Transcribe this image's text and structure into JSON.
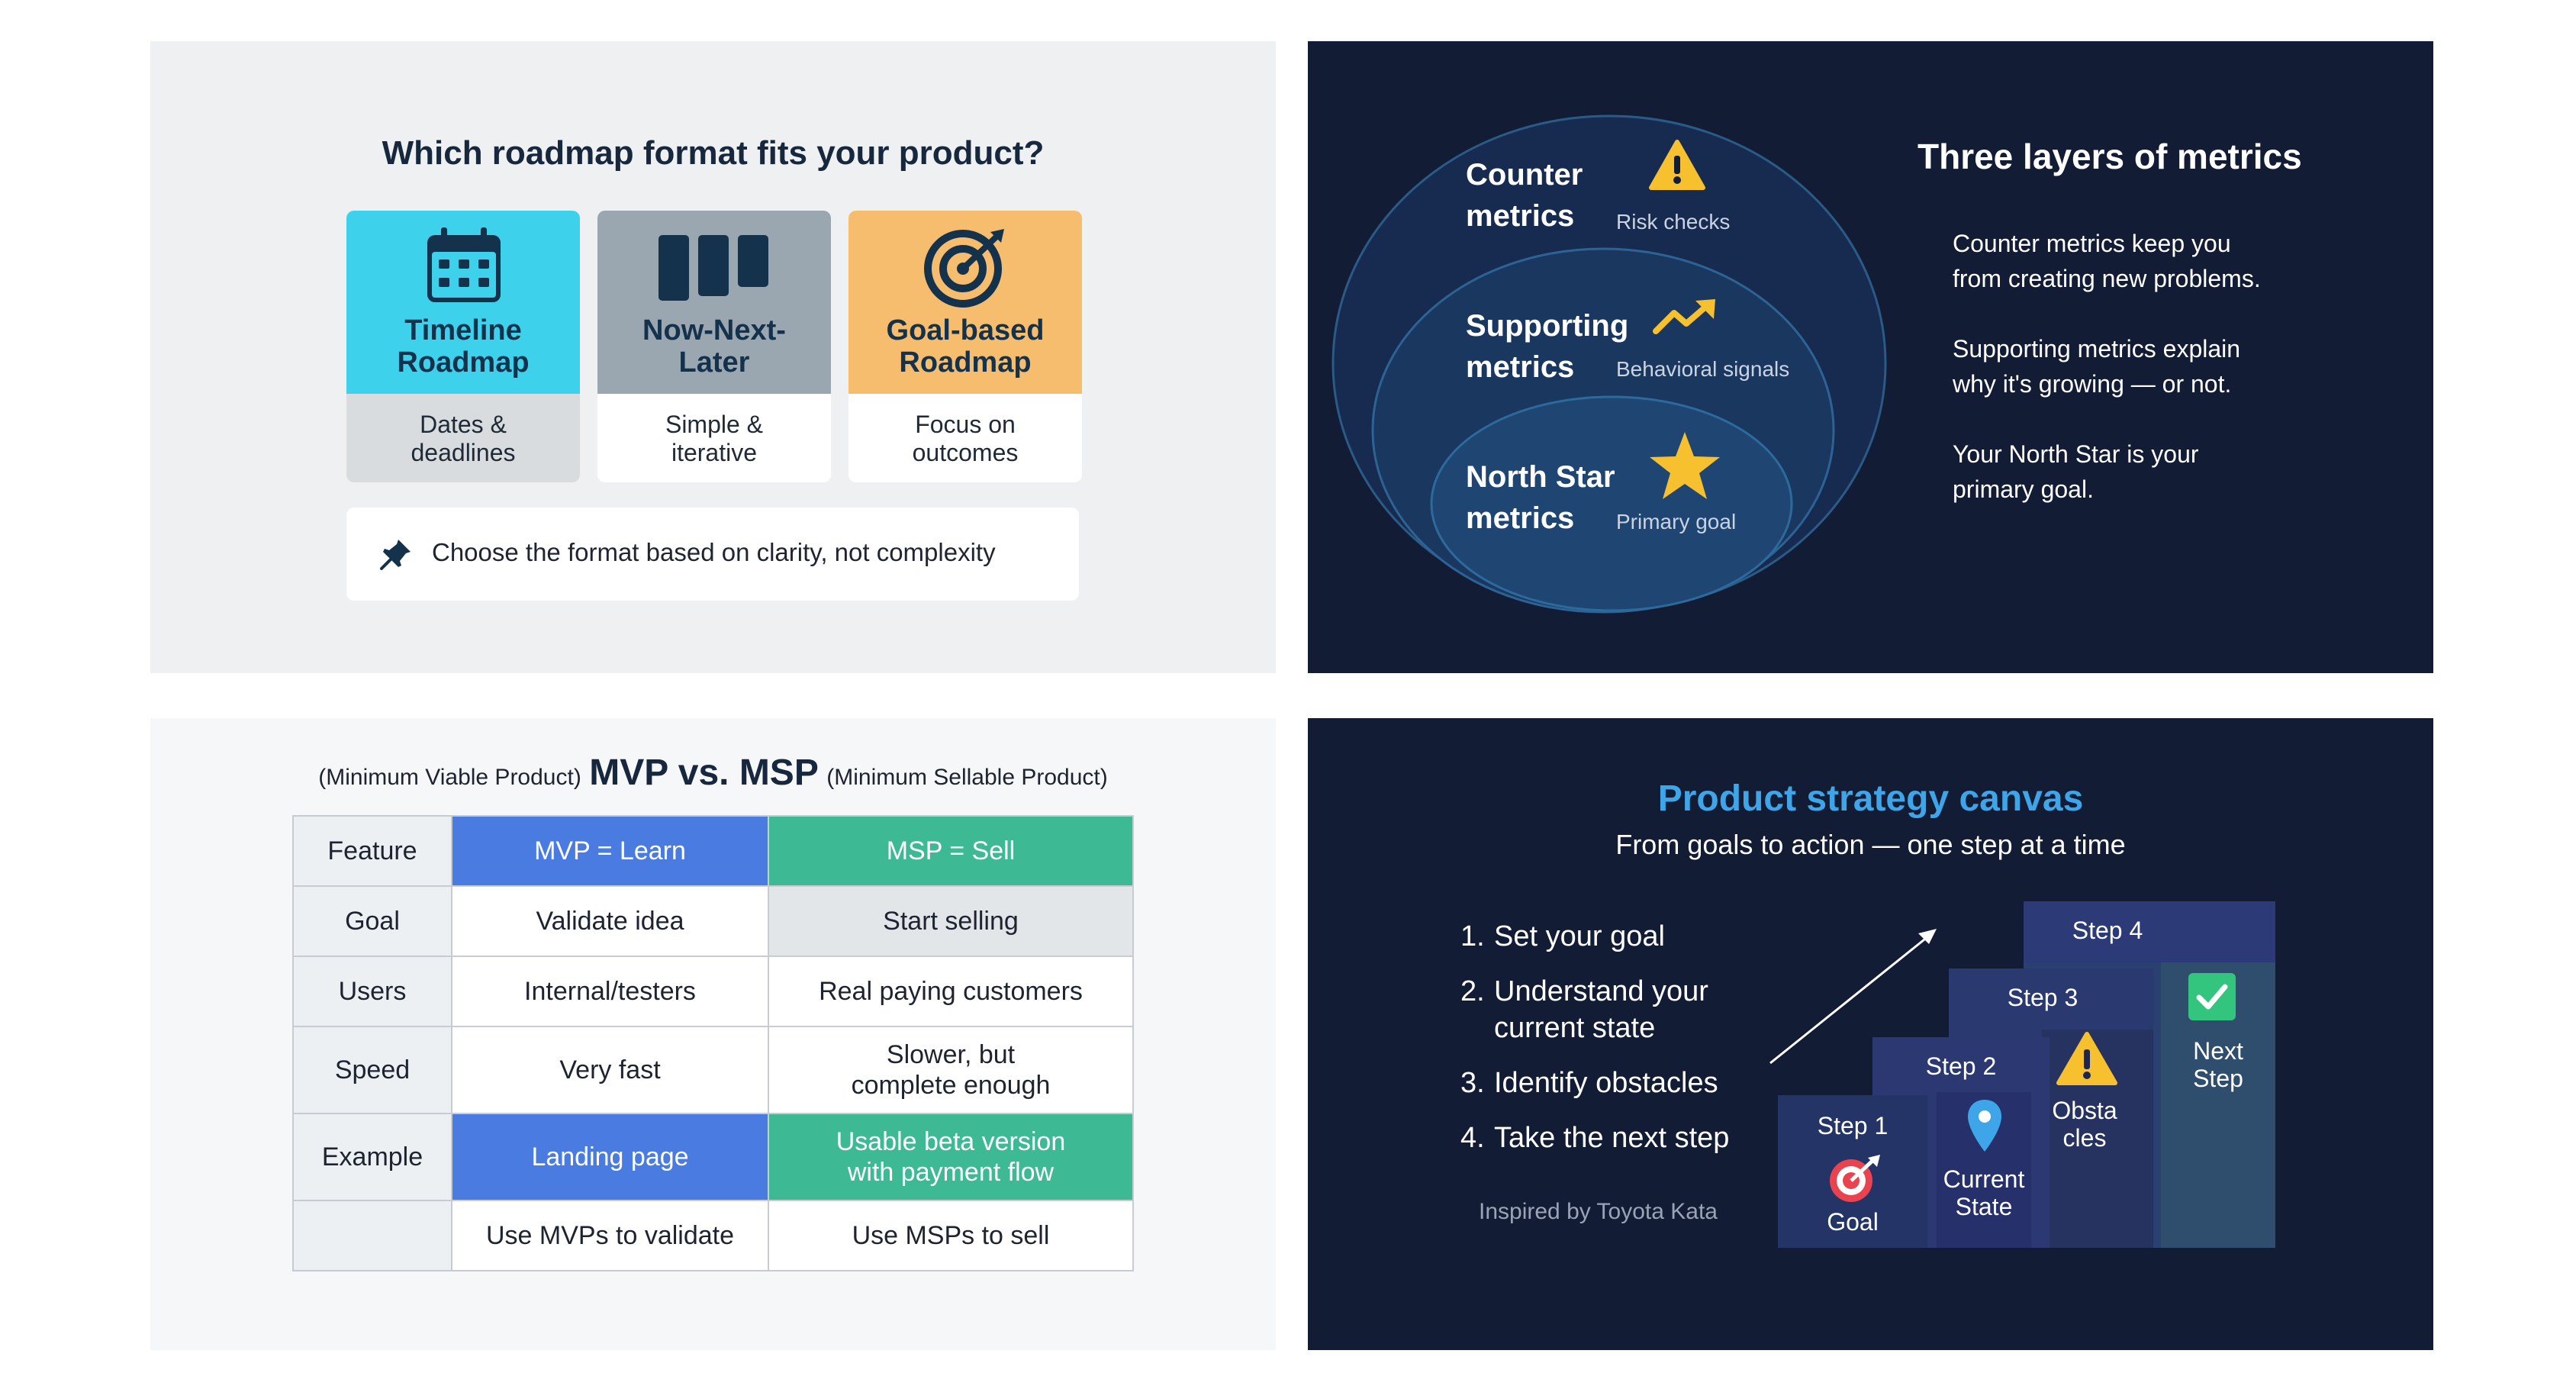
{
  "roadmap_panel": {
    "title": "Which roadmap format fits your product?",
    "cards": [
      {
        "name_line1": "Timeline",
        "name_line2": "Roadmap",
        "desc_line1": "Dates &",
        "desc_line2": "deadlines",
        "color": "#3dd1ec",
        "icon": "calendar-icon"
      },
      {
        "name_line1": "Now-Next-",
        "name_line2": "Later",
        "desc_line1": "Simple &",
        "desc_line2": "iterative",
        "color": "#9aa6b0",
        "icon": "columns-icon"
      },
      {
        "name_line1": "Goal-based",
        "name_line2": "Roadmap",
        "desc_line1": "Focus on",
        "desc_line2": "outcomes",
        "color": "#f6bd6e",
        "icon": "target-icon"
      }
    ],
    "note": "Choose the format based on clarity, not complexity",
    "note_icon": "pushpin-icon"
  },
  "metrics_panel": {
    "title": "Three layers of metrics",
    "layers": [
      {
        "label_line1": "Counter",
        "label_line2": "metrics",
        "sub": "Risk checks",
        "icon": "warning-icon"
      },
      {
        "label_line1": "Supporting",
        "label_line2": "metrics",
        "sub": "Behavioral signals",
        "icon": "trend-up-icon"
      },
      {
        "label_line1": "North Star",
        "label_line2": "metrics",
        "sub": "Primary goal",
        "icon": "star-icon"
      }
    ],
    "descriptions": [
      {
        "line1": "Counter metrics keep you",
        "line2": "from creating new problems."
      },
      {
        "line1": "Supporting metrics explain",
        "line2": "why it's growing — or not."
      },
      {
        "line1": "Your North Star is your",
        "line2": "primary goal."
      }
    ]
  },
  "mvp_panel": {
    "left_note": "(Minimum Viable Product)",
    "title": "MVP vs. MSP",
    "right_note": "(Minimum Sellable Product)",
    "headers": [
      "Feature",
      "MVP = Learn",
      "MSP = Sell"
    ],
    "rows": [
      {
        "feature": "Goal",
        "mvp": "Validate idea",
        "msp": "Start selling"
      },
      {
        "feature": "Users",
        "mvp": "Internal/testers",
        "msp": "Real paying customers"
      },
      {
        "feature": "Speed",
        "mvp": "Very fast",
        "msp_line1": "Slower, but",
        "msp_line2": "complete enough"
      },
      {
        "feature": "Example",
        "mvp": "Landing page",
        "msp_line1": "Usable beta version",
        "msp_line2": "with payment flow"
      },
      {
        "feature": "",
        "mvp": "Use MVPs to validate",
        "msp": "Use MSPs to sell"
      }
    ]
  },
  "strategy_panel": {
    "title": "Product strategy canvas",
    "subtitle": "From goals to action — one step at a time",
    "steps": [
      {
        "num": "1.",
        "line1": "Set your goal"
      },
      {
        "num": "2.",
        "line1": "Understand your",
        "line2": "current state"
      },
      {
        "num": "3.",
        "line1": "Identify obstacles"
      },
      {
        "num": "4.",
        "line1": "Take the next step"
      }
    ],
    "credit": "Inspired by Toyota Kata",
    "stairs": [
      {
        "label": "Step 1",
        "caption": "Goal",
        "icon": "target-icon"
      },
      {
        "label": "Step 2",
        "caption_line1": "Current",
        "caption_line2": "State",
        "icon": "location-pin-icon"
      },
      {
        "label": "Step 3",
        "caption_line1": "Obsta",
        "caption_line2": "cles",
        "icon": "warning-icon"
      },
      {
        "label": "Step 4",
        "caption_line1": "Next",
        "caption_line2": "Step",
        "icon": "checkmark-icon"
      }
    ]
  }
}
